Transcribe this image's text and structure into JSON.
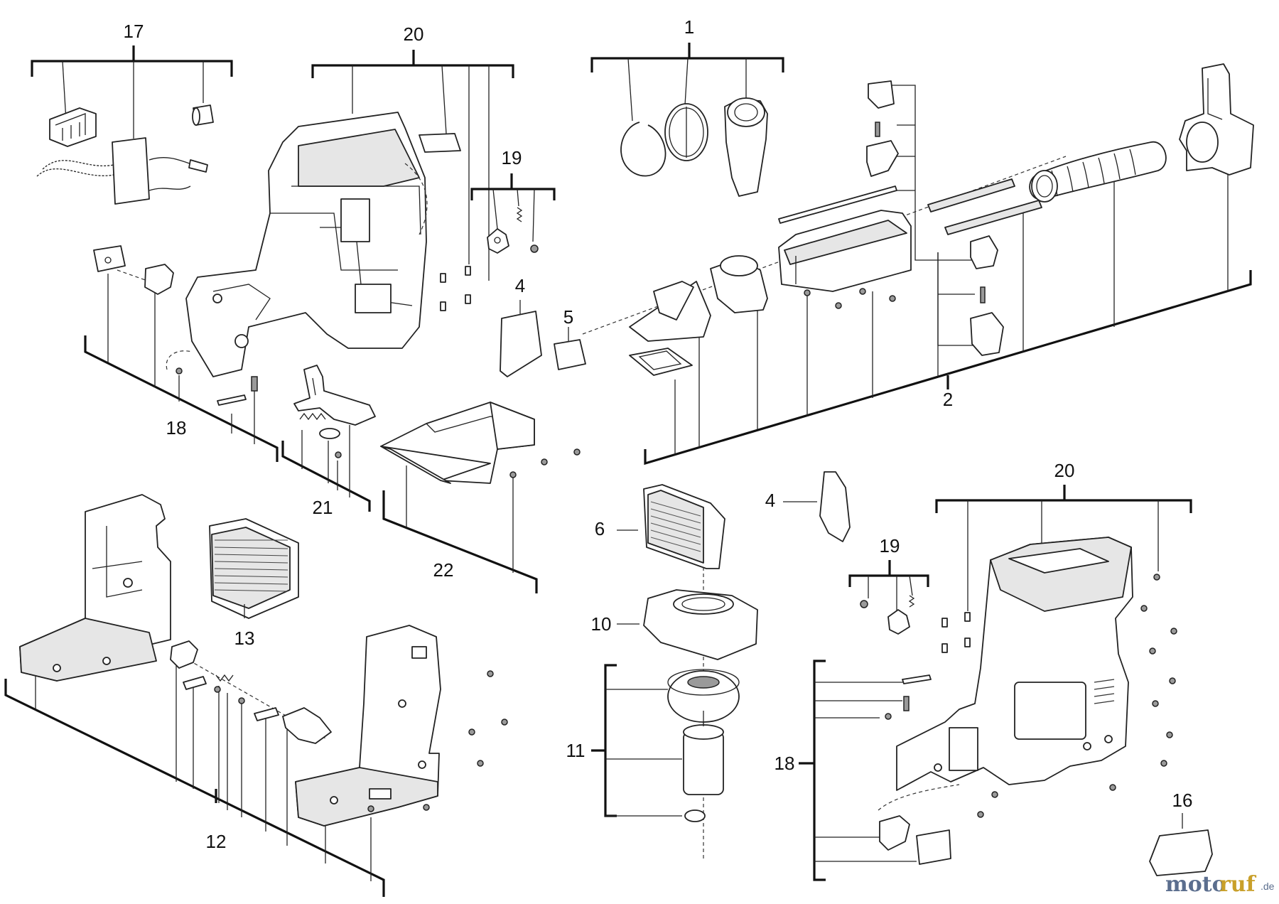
{
  "callouts": {
    "c17": "17",
    "c20_top": "20",
    "c1": "1",
    "c19_top": "19",
    "c4_top": "4",
    "c5": "5",
    "c2": "2",
    "c18_left": "18",
    "c21": "21",
    "c22": "22",
    "c6": "6",
    "c4_mid": "4",
    "c20_right": "20",
    "c19_right": "19",
    "c13": "13",
    "c10": "10",
    "c11": "11",
    "c12": "12",
    "c18_right": "18",
    "c16": "16"
  },
  "watermark": {
    "text_a": "moto",
    "text_b": "ruf",
    "suffix": ".de"
  }
}
